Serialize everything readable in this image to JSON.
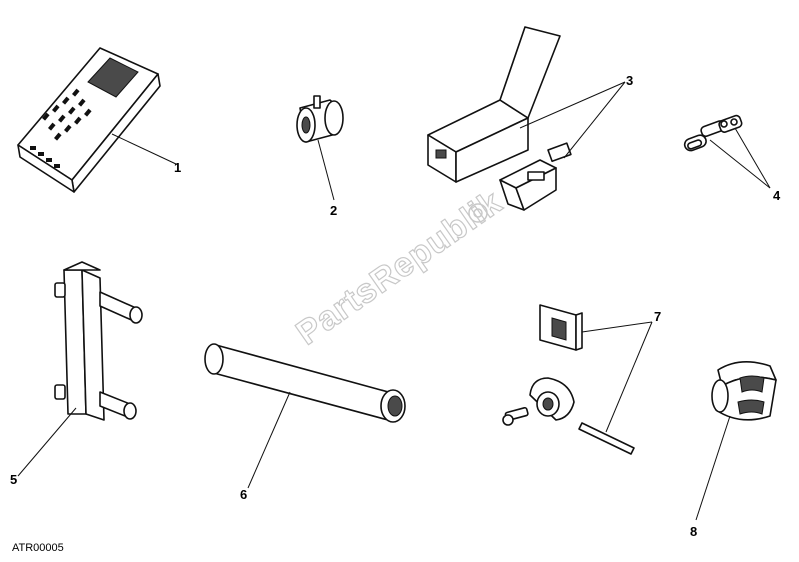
{
  "watermark": "PartsRepublik",
  "drawing_code": "ATR00005",
  "callouts": {
    "c1": "1",
    "c2": "2",
    "c3": "3",
    "c4": "4",
    "c5": "5",
    "c6": "6",
    "c7": "7",
    "c8": "8"
  },
  "colors": {
    "line": "#111111",
    "watermark": "#c8c8c8",
    "background": "#ffffff"
  }
}
